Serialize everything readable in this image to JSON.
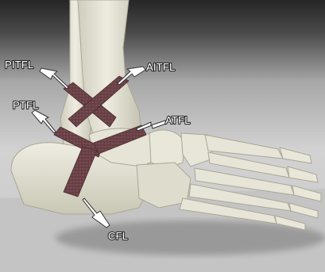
{
  "labels": {
    "pitfl": "PITFL",
    "aitfl": "AITFL",
    "ptfl": "PTFL",
    "atfl": "ATFL",
    "cfl": "CFL"
  },
  "colors": {
    "background_top": "#2f2f2f",
    "background_bottom": "#cfcfcf",
    "floor": "#bdbdbd",
    "bone": "#e3e1d2",
    "bone_shade": "#bdbba9",
    "ligament": "#6a4247",
    "label_text": "#ffffff"
  }
}
